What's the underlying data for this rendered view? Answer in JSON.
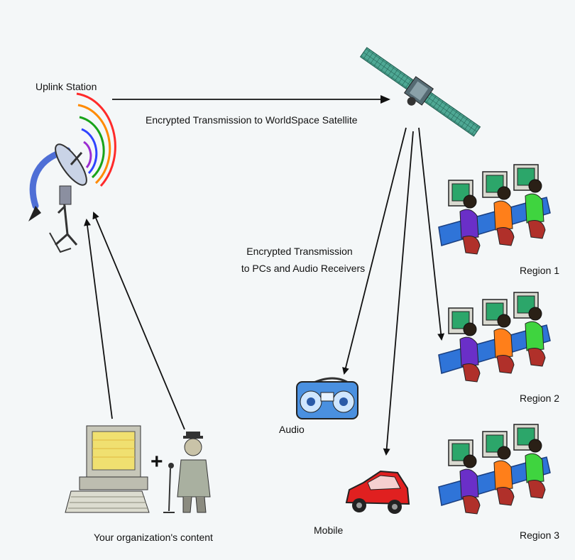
{
  "labels": {
    "uplink_station": "Uplink Station",
    "to_satellite": "Encrypted Transmission to WorldSpace Satellite",
    "to_pcs_line1": "Encrypted Transmission",
    "to_pcs_line2": "to PCs and Audio Receivers",
    "audio": "Audio",
    "mobile": "Mobile",
    "content": "Your organization's content",
    "plus": "+"
  },
  "regions": [
    {
      "label": "Region 1"
    },
    {
      "label": "Region 2"
    },
    {
      "label": "Region 3"
    }
  ],
  "colors": {
    "background": "#f4f7f8",
    "arrow": "#111111",
    "satellite_panel": "#3a8c7a",
    "dish": "#c9d3e6",
    "dish_swoosh": "#4f6fd6",
    "signal_arcs": [
      "#ff2a2a",
      "#ff8a00",
      "#19a319",
      "#2f43ff",
      "#9b2bd1"
    ],
    "boombox": "#4a90e0",
    "car": "#e02020",
    "desk": "#2f74d8",
    "chair": "#b0302a",
    "screen": "#2ca66a",
    "person_colors": [
      "#6a2fc8",
      "#ff7f1a",
      "#3fd43f"
    ]
  },
  "icons": [
    "satellite-icon",
    "uplink-dish-icon",
    "computer-icon",
    "speaker-person-icon",
    "boombox-icon",
    "car-icon",
    "workstation-group-icon"
  ]
}
